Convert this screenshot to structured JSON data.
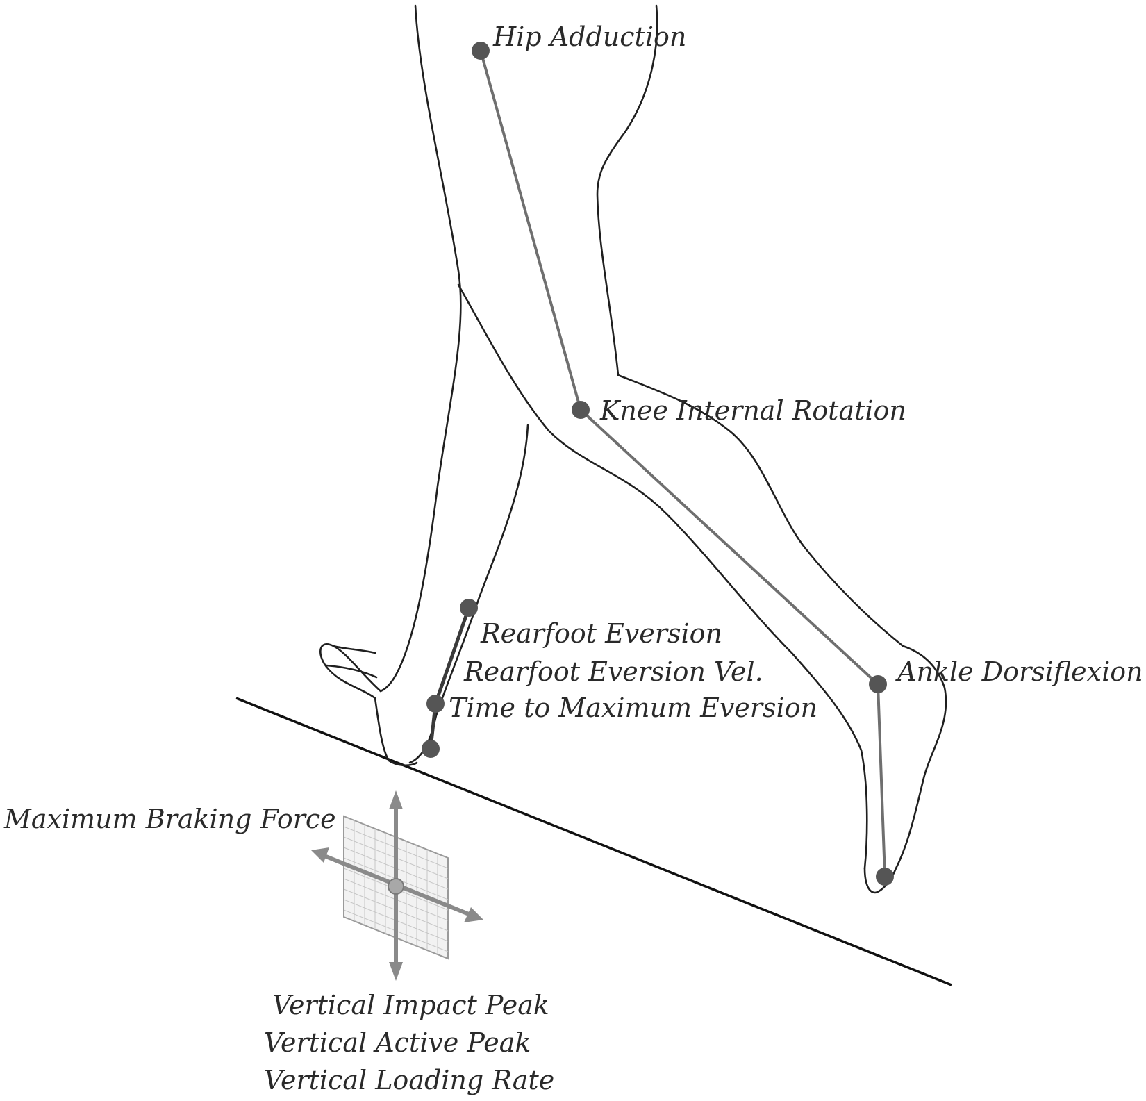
{
  "labels": {
    "hip": "Hip Adduction",
    "knee": "Knee Internal Rotation",
    "rearfoot_eversion": "Rearfoot Eversion",
    "rearfoot_eversion_vel": "Rearfoot Eversion Vel.",
    "time_to_max_eversion": "Time to Maximum Eversion",
    "ankle": "Ankle Dorsiflexion",
    "braking": "Maximum Braking Force",
    "vertical_impact": "Vertical Impact Peak",
    "vertical_active": "Vertical Active Peak",
    "vertical_loading": "Vertical Loading Rate"
  },
  "colors": {
    "outline": "#1f1f1f",
    "segment": "#6f6f6f",
    "marker": "#555555",
    "text": "#2a2a2a",
    "force_plate_grid": "#b8b8b8",
    "force_arrow": "#8a8a8a"
  }
}
